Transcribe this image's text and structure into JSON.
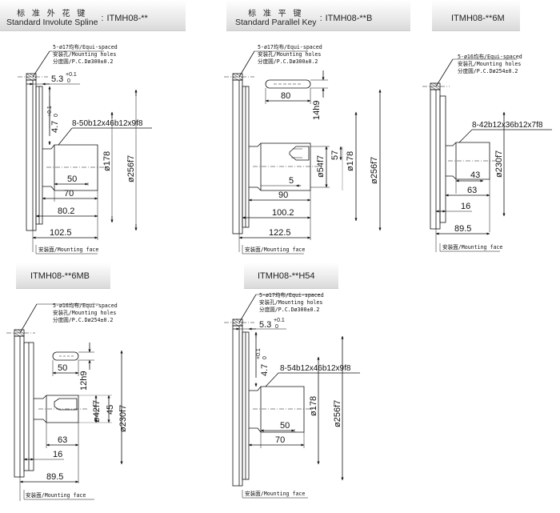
{
  "panels": {
    "p1": {
      "title_cn": "标 准 外 花 键",
      "title_en": "Standard Involute Spline",
      "sep": ":",
      "model": "ITMH08-**",
      "note1": "5-ø17均布/Equi-spaced",
      "note2": "安装孔/Mounting holes",
      "note3": "分度圆/P.C.Dø300±0.2",
      "dim_5_3": "5.3",
      "dim_4_7": "4.7",
      "tol_plus": "+0.1",
      "tol_zero": "0",
      "spline": "8-50b12x46b12x9f8",
      "d178": "ø178",
      "d256": "ø256f7",
      "l50": "50",
      "l70": "70",
      "l80_2": "80.2",
      "l102_5": "102.5",
      "mount": "安装面/Mounting face"
    },
    "p2": {
      "title_cn": "标 准 平 键",
      "title_en": "Standard Parallel Key",
      "sep": ":",
      "model": "ITMH08-**B",
      "note1": "5-ø17均布/Equi-spaced",
      "note2": "安装孔/Mounting holes",
      "note3": "分度圆/P.C.Dø300±0.2",
      "l80": "80",
      "h14": "14h9",
      "d54": "ø54f7",
      "l57": "57",
      "d178": "ø178",
      "d256": "ø256f7",
      "l5": "5",
      "l90": "90",
      "l100_2": "100.2",
      "l122_5": "122.5",
      "mount": "安装面/Mounting face"
    },
    "p3": {
      "model": "ITMH08-**6M",
      "note1": "5-ø16均布/Equi-spaced",
      "note2": "安装孔/Mounting holes",
      "note3": "分度圆/P.C.Dø254±0.2",
      "spline": "8-42b12x36b12x7f8",
      "d230": "ø230f7",
      "l43": "43",
      "l63": "63",
      "l16": "16",
      "l89_5": "89.5",
      "mount": "安装面/Mounting face"
    },
    "p4": {
      "model": "ITMH08-**6MB",
      "note1": "5-ø16均布/Equi-spaced",
      "note2": "安装孔/Mounting holes",
      "note3": "分度圆/P.C.Dø254±0.2",
      "l50": "50",
      "h12": "12h9",
      "d42": "ø42f7",
      "l45": "45",
      "d230": "ø230f7",
      "l63": "63",
      "l16": "16",
      "l89_5": "89.5",
      "mount": "安装面/Mounting face"
    },
    "p5": {
      "model": "ITMH08-**H54",
      "note1": "5-ø17均布/Equi-spaced",
      "note2": "安装孔/Mounting holes",
      "note3": "分度圆/P.C.Dø300±0.2",
      "dim_5_3": "5.3",
      "dim_4_7": "4.7",
      "tol_plus": "+0.1",
      "tol_zero": "0",
      "spline": "8-54b12x46b12x9f8",
      "d178": "ø178",
      "d256": "ø256f7",
      "l50": "50",
      "l70": "70",
      "mount": "安装面/Mounting face"
    }
  }
}
